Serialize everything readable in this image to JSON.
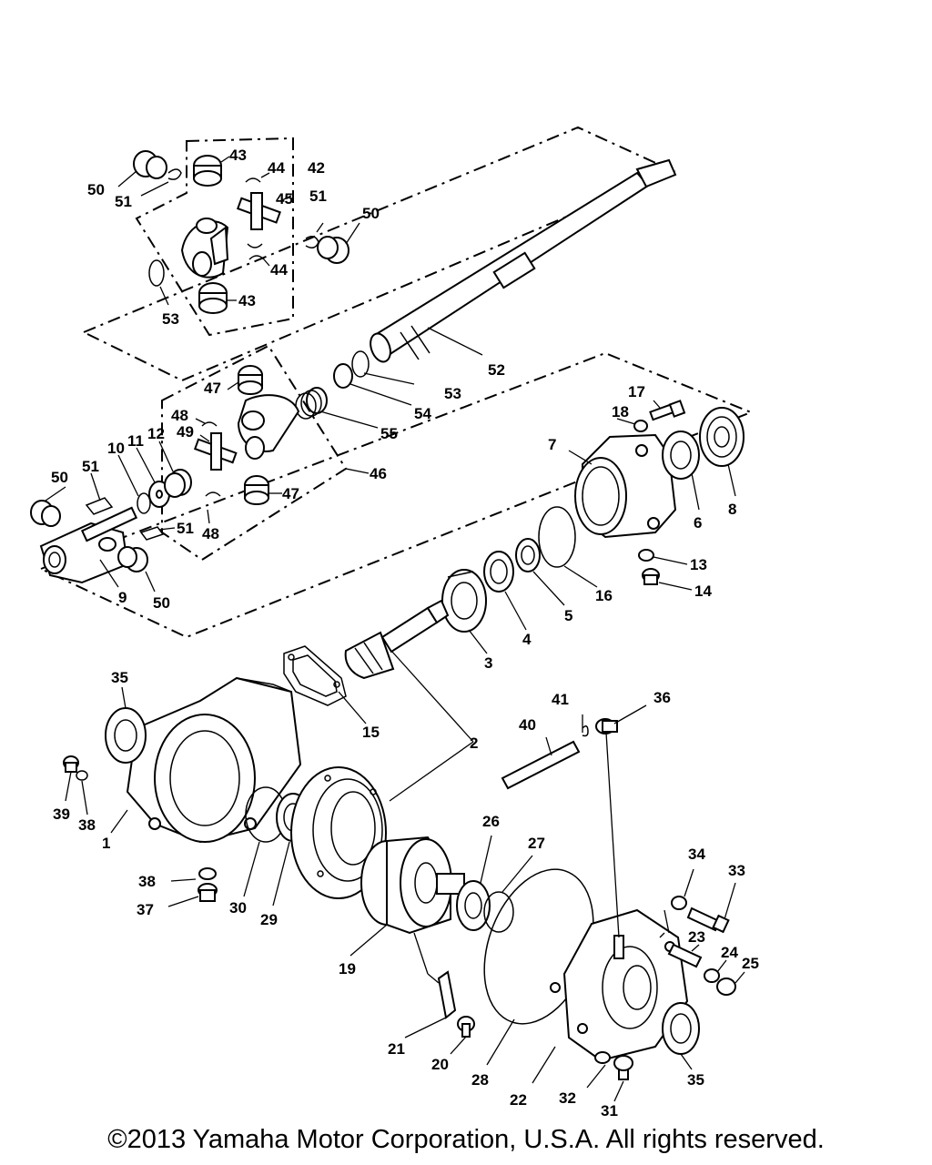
{
  "copyright": "©2013 Yamaha Motor Corporation, U.S.A. All rights reserved.",
  "callouts": [
    "1",
    "2",
    "3",
    "4",
    "5",
    "6",
    "7",
    "8",
    "9",
    "10",
    "11",
    "12",
    "13",
    "14",
    "15",
    "16",
    "17",
    "18",
    "19",
    "20",
    "21",
    "22",
    "23",
    "24",
    "25",
    "26",
    "27",
    "28",
    "29",
    "30",
    "31",
    "32",
    "33",
    "34",
    "35",
    "36",
    "37",
    "38",
    "39",
    "40",
    "41",
    "42",
    "43",
    "44",
    "45",
    "46",
    "47",
    "48",
    "49",
    "50",
    "51",
    "52",
    "53",
    "54",
    "55"
  ]
}
